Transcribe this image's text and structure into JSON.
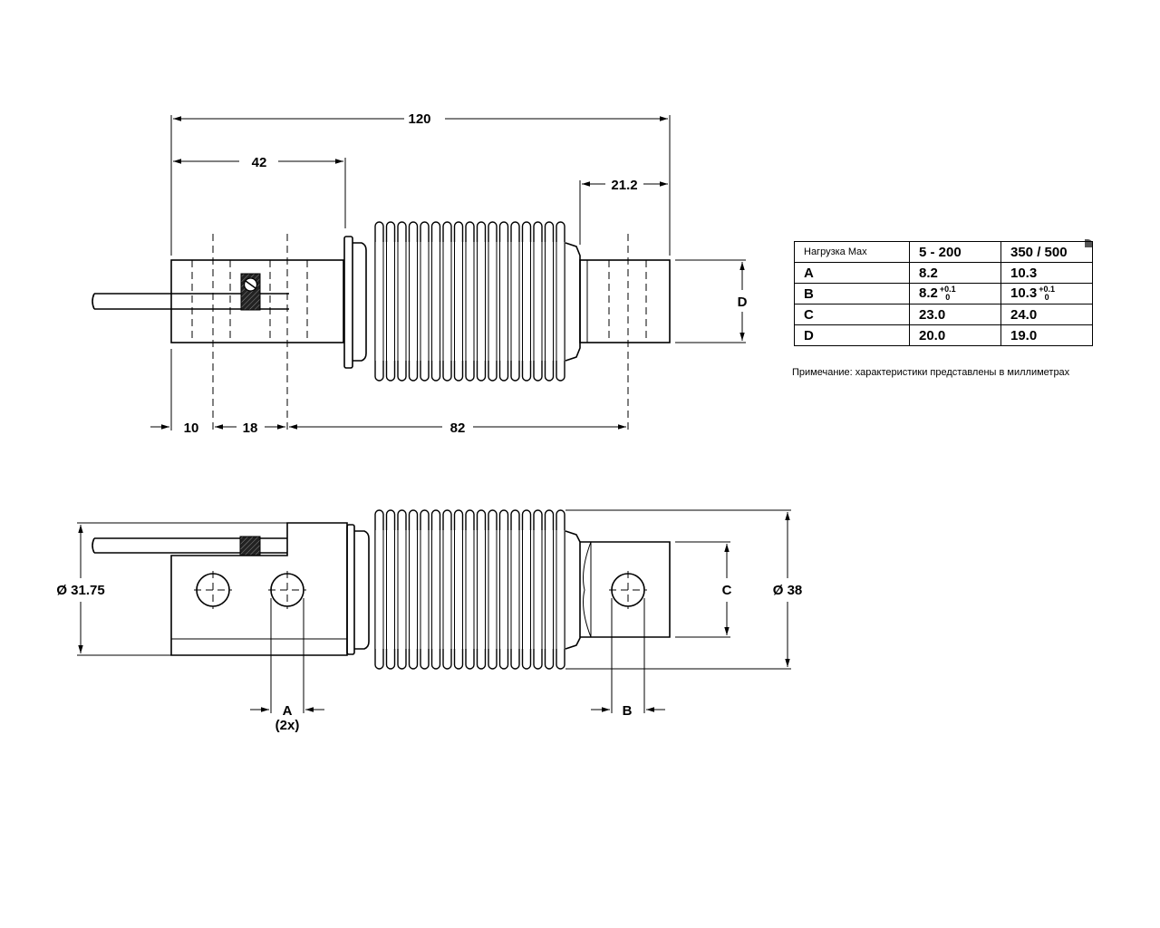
{
  "dimensions": {
    "overall_length": "120",
    "length_42": "42",
    "length_21_2": "21.2",
    "label_D": "D",
    "length_10": "10",
    "length_18": "18",
    "length_82": "82",
    "diameter_31_75": "Ø 31.75",
    "diameter_38": "Ø 38",
    "label_C": "C",
    "label_A": "A",
    "label_A_count": "(2x)",
    "label_B": "B"
  },
  "table": {
    "header": {
      "label": "Нагрузка Max",
      "col1": "5 - 200",
      "col2": "350 / 500"
    },
    "rows": [
      {
        "label": "A",
        "col1": "8.2",
        "col2": "10.3"
      },
      {
        "label": "B",
        "col1": "8.2",
        "col1_tol_top": "+0.1",
        "col1_tol_bottom": "0",
        "col2": "10.3",
        "col2_tol_top": "+0.1",
        "col2_tol_bottom": "0"
      },
      {
        "label": "C",
        "col1": "23.0",
        "col2": "24.0"
      },
      {
        "label": "D",
        "col1": "20.0",
        "col2": "19.0"
      }
    ]
  },
  "note": "Примечание: характеристики представлены в миллиметрах"
}
